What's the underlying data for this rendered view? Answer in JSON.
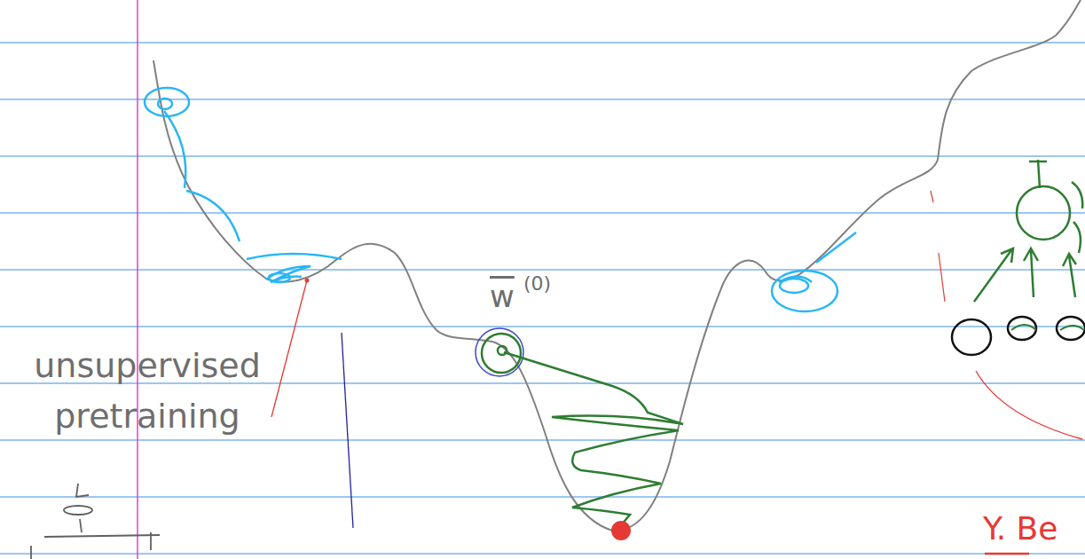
{
  "diagram": {
    "labels": [
      "unsupervised pretraining",
      "w",
      "(0)",
      "Y. Be"
    ]
  }
}
